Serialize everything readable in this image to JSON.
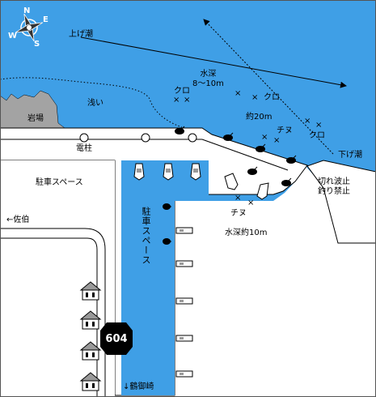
{
  "colors": {
    "sea": "#3f9fe6",
    "rocks": "#a3a3a3",
    "land": "#ffffff",
    "route_badge": "#000000"
  },
  "compass": {
    "icon": "compass-rose-icon",
    "letters": [
      "N",
      "E",
      "S",
      "W"
    ]
  },
  "tide": {
    "rising": "上げ潮",
    "falling": "下げ潮"
  },
  "areas": {
    "rocks": "岩場",
    "shallow": "浅い",
    "parking": "駐車スペース",
    "parking_vertical": "駐車スペース"
  },
  "labels": {
    "pole": "電柱",
    "to_saiki": "←佐伯",
    "to_tsurumisaki": "↓鶴御崎",
    "no_fishing": [
      "切れ波止",
      "釣り禁止"
    ]
  },
  "depths": {
    "upper": [
      "水深",
      "8～10m"
    ],
    "offshore": "約20m",
    "lower": "水深約10m"
  },
  "fish": {
    "kuro": "クロ",
    "chinu": "チヌ",
    "x_mark": "×"
  },
  "route": "604"
}
